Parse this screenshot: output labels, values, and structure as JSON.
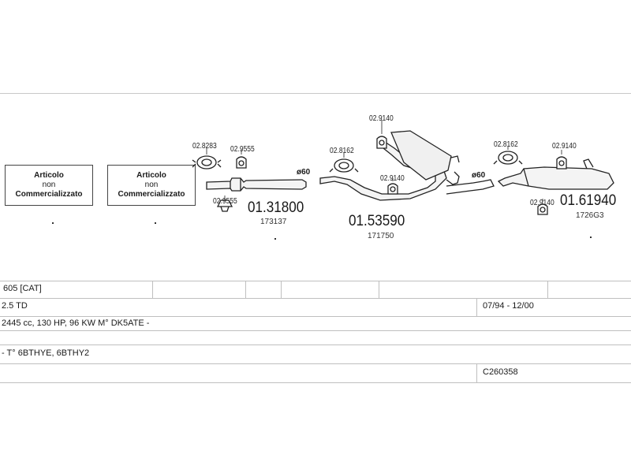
{
  "not_sold_box": {
    "line1": "Articolo",
    "line2": "non",
    "line3": "Commercializzato"
  },
  "parts": {
    "muffler_front": {
      "code": "01.31800",
      "ref": "173137",
      "diameter": "ø60"
    },
    "muffler_middle": {
      "code": "01.53590",
      "ref": "171750",
      "diameter": "ø60"
    },
    "muffler_rear": {
      "code": "01.61940",
      "ref": "1726G3"
    }
  },
  "small_parts": {
    "clamp_a": "02.8283",
    "hanger_a": "02.9555",
    "hanger_b": "02.9555",
    "clamp_b": "02.8162",
    "hanger_c": "02.9140",
    "hanger_d": "02.9140",
    "clamp_c": "02.8162",
    "hanger_e": "02.9140",
    "hanger_f": "02.9140"
  },
  "info_table": {
    "model": "605  [CAT]",
    "engine": "2.5 TD",
    "years": "07/94 - 12/00",
    "specs": "2445 cc, 130 HP, 96 KW M° DK5ATE -",
    "type_codes": "- T° 6BTHYE, 6BTHY2",
    "catalog_code": "C260358"
  }
}
